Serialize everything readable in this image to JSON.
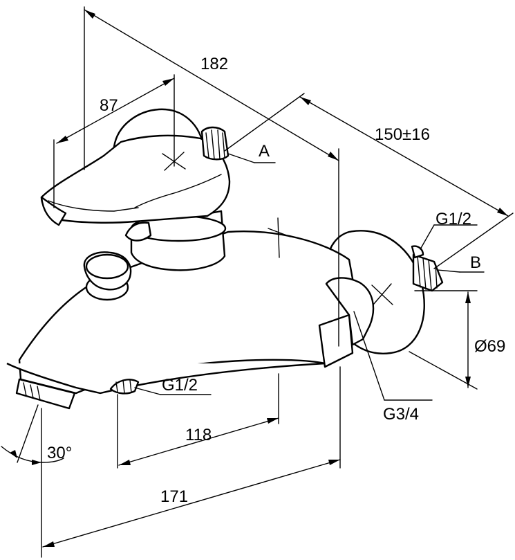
{
  "dimensions": {
    "d182": "182",
    "d87": "87",
    "d150": "150±16",
    "d118": "118",
    "d171": "171",
    "d69": "Ø69",
    "angle": "30°"
  },
  "labels": {
    "A": "A",
    "B": "B",
    "thread_top_right": "G1/2",
    "thread_bottom": "G1/2",
    "thread_main": "G3/4"
  }
}
